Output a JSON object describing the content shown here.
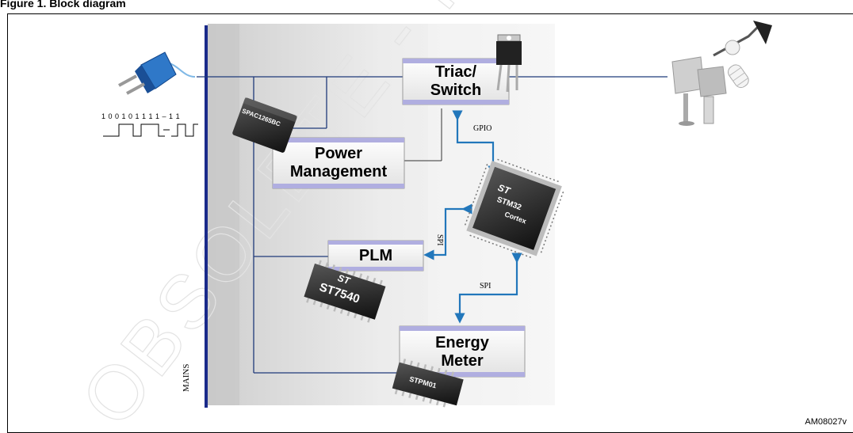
{
  "figure": {
    "caption": "Figure 1. Block diagram",
    "ref_code": "AM08027v"
  },
  "blocks": {
    "triac": "Triac/ Switch",
    "power": "Power Management",
    "plm": "PLM",
    "energy": "Energy Meter"
  },
  "signals": {
    "gpio": "GPIO",
    "spi_plm": "SPI",
    "spi_meter": "SPI",
    "mains": "MAINS"
  },
  "bitstream": {
    "bits": "1 0 0 1 0 1 1 1 1   –   1 1"
  },
  "chips": {
    "power_module": "SPAC1265BC",
    "plm_chip": "ST7540",
    "meter_chip": "STPM01",
    "mcu_top": "STM32",
    "mcu_sub": "Cortex",
    "st_logo": "ST"
  },
  "watermark": "OBSOLETE - INACTIVE",
  "colors": {
    "mains_bus": "#1a2a8a",
    "wires": "#1f3a7a",
    "arrows": "#2277bb",
    "block_stripe": "#b0aee0"
  }
}
